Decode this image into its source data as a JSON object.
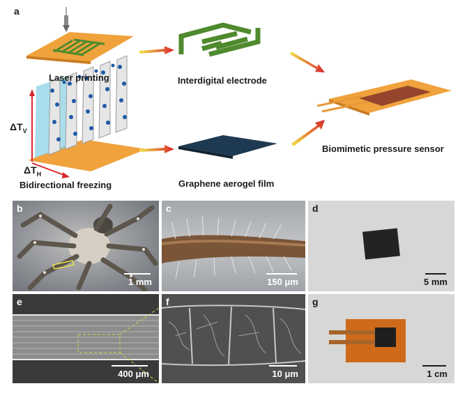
{
  "panel_a": {
    "letter": "a",
    "labels": {
      "laser_printing": "Laser printing",
      "interdigital_electrode": "Interdigital electrode",
      "bidirectional_freezing": "Bidirectional freezing",
      "graphene_aerogel_film": "Graphene aerogel film",
      "biomimetic_pressure_sensor": "Biomimetic pressure sensor",
      "delta_tv": "ΔT",
      "delta_tv_sub": "V",
      "delta_th": "ΔT",
      "delta_th_sub": "H"
    }
  },
  "photos": [
    {
      "letter": "b",
      "scale": "1 mm"
    },
    {
      "letter": "c",
      "scale": "150 μm"
    },
    {
      "letter": "d",
      "scale": "5 mm"
    },
    {
      "letter": "e",
      "scale": "400 μm"
    },
    {
      "letter": "f",
      "scale": "10 μm"
    },
    {
      "letter": "g",
      "scale": "1 cm"
    }
  ],
  "colors": {
    "orange_substrate": "#f0a23c",
    "green_electrode": "#4f8a2e",
    "navy_film": "#1e3a52",
    "arrow_red": "#d8262b",
    "arrow_yellow": "#f3e24a"
  }
}
